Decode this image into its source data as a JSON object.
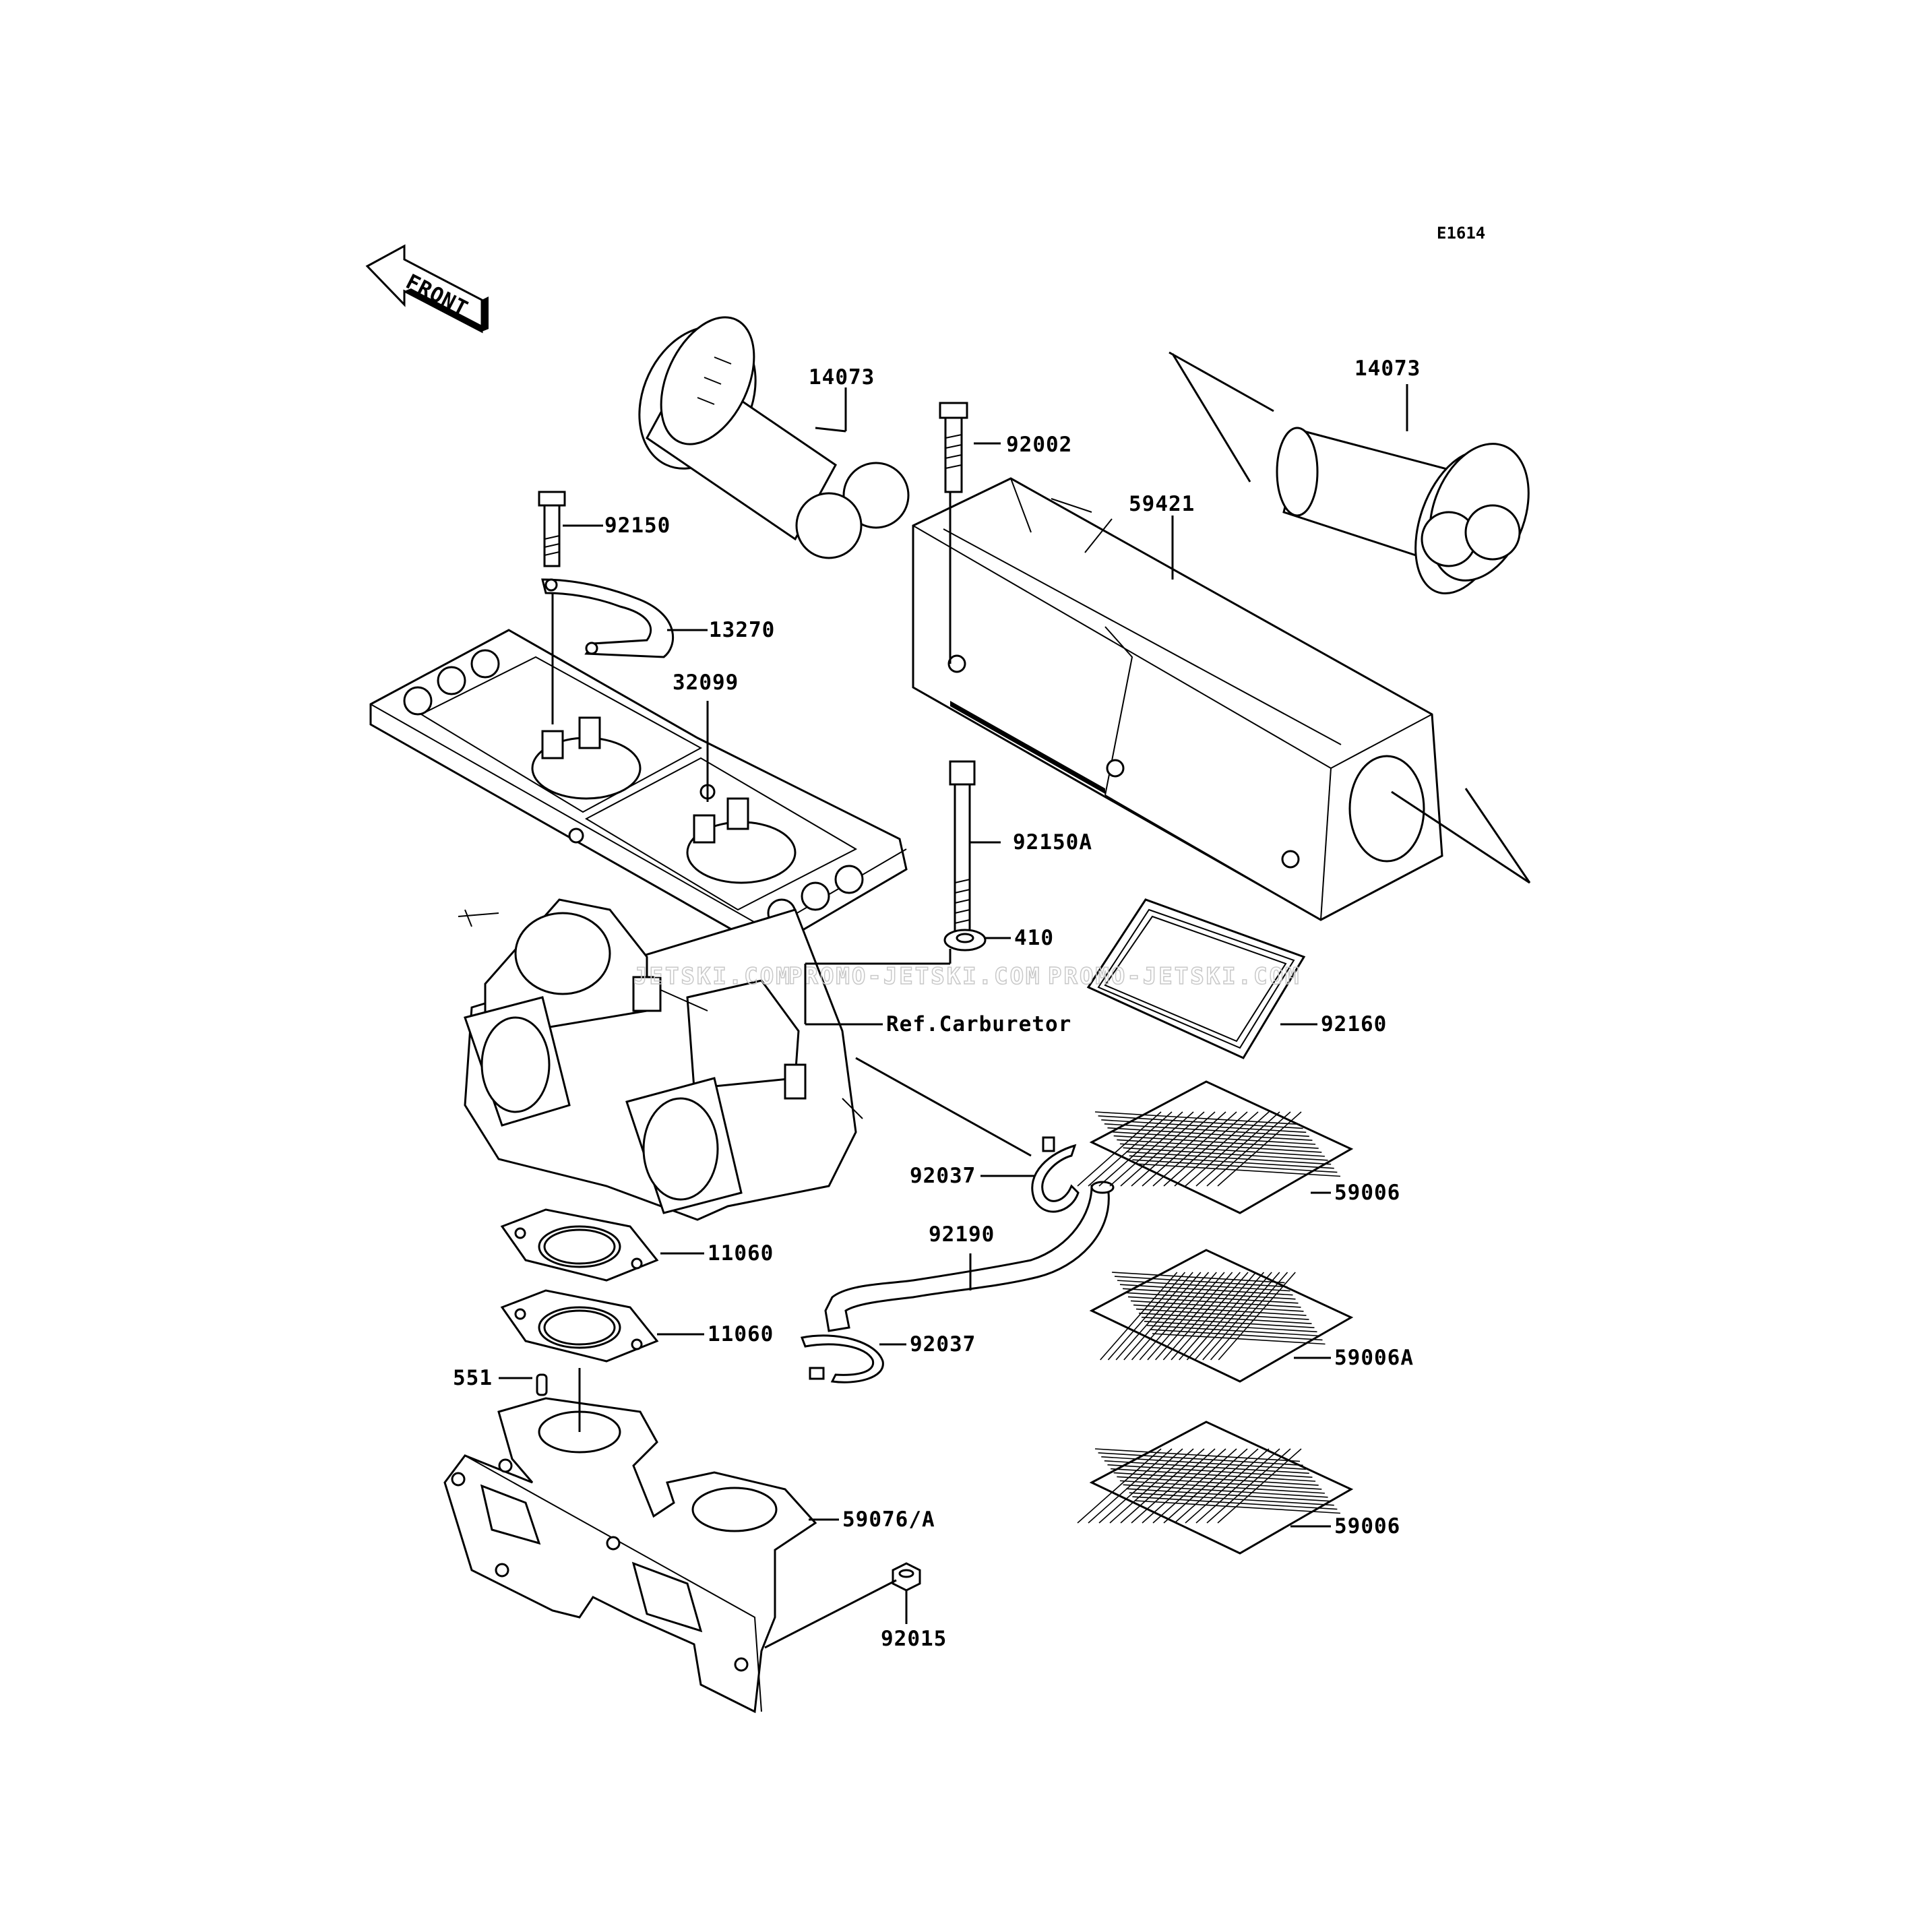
{
  "diagram_code": "E1614",
  "front_arrow_label": "FRONT",
  "watermark": "PROMO-JETSKI.COM",
  "watermark_fragment": "JETSKI.COM",
  "labels": {
    "inlet_tube_left": "14073",
    "inlet_tube_right": "14073",
    "bolt_92002": "92002",
    "silencer_cover": "59421",
    "bolt_92150": "92150",
    "bracket": "13270",
    "silencer_base": "32099",
    "bolt_92150A": "92150A",
    "washer": "410",
    "carburetor_ref": "Ref.Carburetor",
    "gasket_92160": "92160",
    "clamp_upper": "92037",
    "screen_upper": "59006",
    "hose": "92190",
    "gasket_upper": "11060",
    "screen_middle": "59006A",
    "gasket_lower": "11060",
    "clamp_lower": "92037",
    "pin": "551",
    "screen_lower": "59006",
    "manifold": "59076/A",
    "nut": "92015"
  }
}
